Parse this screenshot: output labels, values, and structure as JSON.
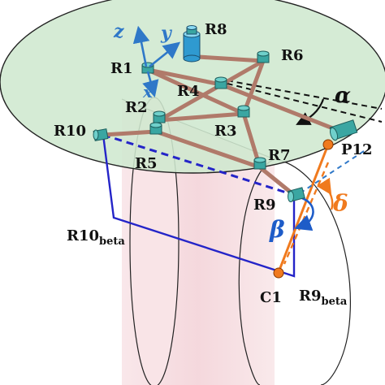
{
  "labels": {
    "R1": "R1",
    "R2": "R2",
    "R3": "R3",
    "R4": "R4",
    "R5": "R5",
    "R6": "R6",
    "R7": "R7",
    "R8": "R8",
    "R9": "R9",
    "R10": "R10",
    "P12": "P12",
    "C1": "C1",
    "R10beta_main": "R10",
    "R10beta_sub": "beta",
    "R9beta_main": "R9",
    "R9beta_sub": "beta"
  },
  "axes": {
    "z": "z",
    "y": "y",
    "x": "x"
  },
  "angles": {
    "alpha": "α",
    "beta": "β",
    "delta": "δ"
  },
  "colors": {
    "disk_fill": "#cfe8cf",
    "cylinder_fill": "#f7e1e4",
    "link": "#b07a6a",
    "joint": "#3aa6a2",
    "axis_blue": "#2f78c8",
    "frame_blue": "#2424c8",
    "beta_blue": "#1e5cc8",
    "orange": "#f07a1e"
  }
}
